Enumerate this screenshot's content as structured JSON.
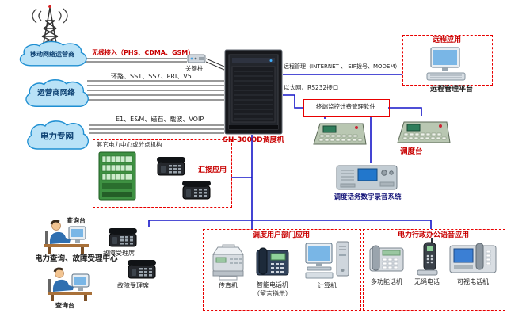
{
  "colors": {
    "line_blue": "#1515c8",
    "box_red": "#e80000",
    "label_red": "#c80000",
    "cloud_blue": "#b9e2f7"
  },
  "clouds": {
    "mobile": "移动网络运营商",
    "carrier": "运营商网络",
    "power": "电力专网"
  },
  "links": {
    "wireless": "无线接入（PHS、CDMA、GSM）",
    "wireless_device": "关键柱",
    "carrier_lines": "环路、SS1、SS7、PRI、V5",
    "power_lines": "E1、E&M、磁石、载波、VOIP",
    "remote_mgmt": "远程管理（INTERNET 、 EIP拨号、MODEM）",
    "ethernet": "以太网、RS232接口"
  },
  "rack": {
    "label": "SH-3000D调度机"
  },
  "remote": {
    "app": "远程应用",
    "platform": "远程管理平台",
    "terminal_software": "终端监控计费管理软件"
  },
  "dispatch": {
    "console": "调度台",
    "recording": "调度话务数字录音系统"
  },
  "tandem": {
    "group": "其它电力中心或分点机构",
    "label": "汇接应用"
  },
  "fault_center": {
    "title": "电力查询、故障受理中心",
    "inquiry1": "查询台",
    "inquiry2": "查询台",
    "fault1": "故障受理席",
    "fault2": "故障受理席"
  },
  "user_dept": {
    "title": "调度用户部门应用",
    "fax": "传真机",
    "smart_phone": "智能电话机",
    "smart_phone_note": "（留言指示）",
    "computer": "计算机"
  },
  "admin_voice": {
    "title": "电力行政办公语音应用",
    "multi_phone": "多功能话机",
    "cordless": "无绳电话",
    "video_phone": "可视电话机"
  }
}
